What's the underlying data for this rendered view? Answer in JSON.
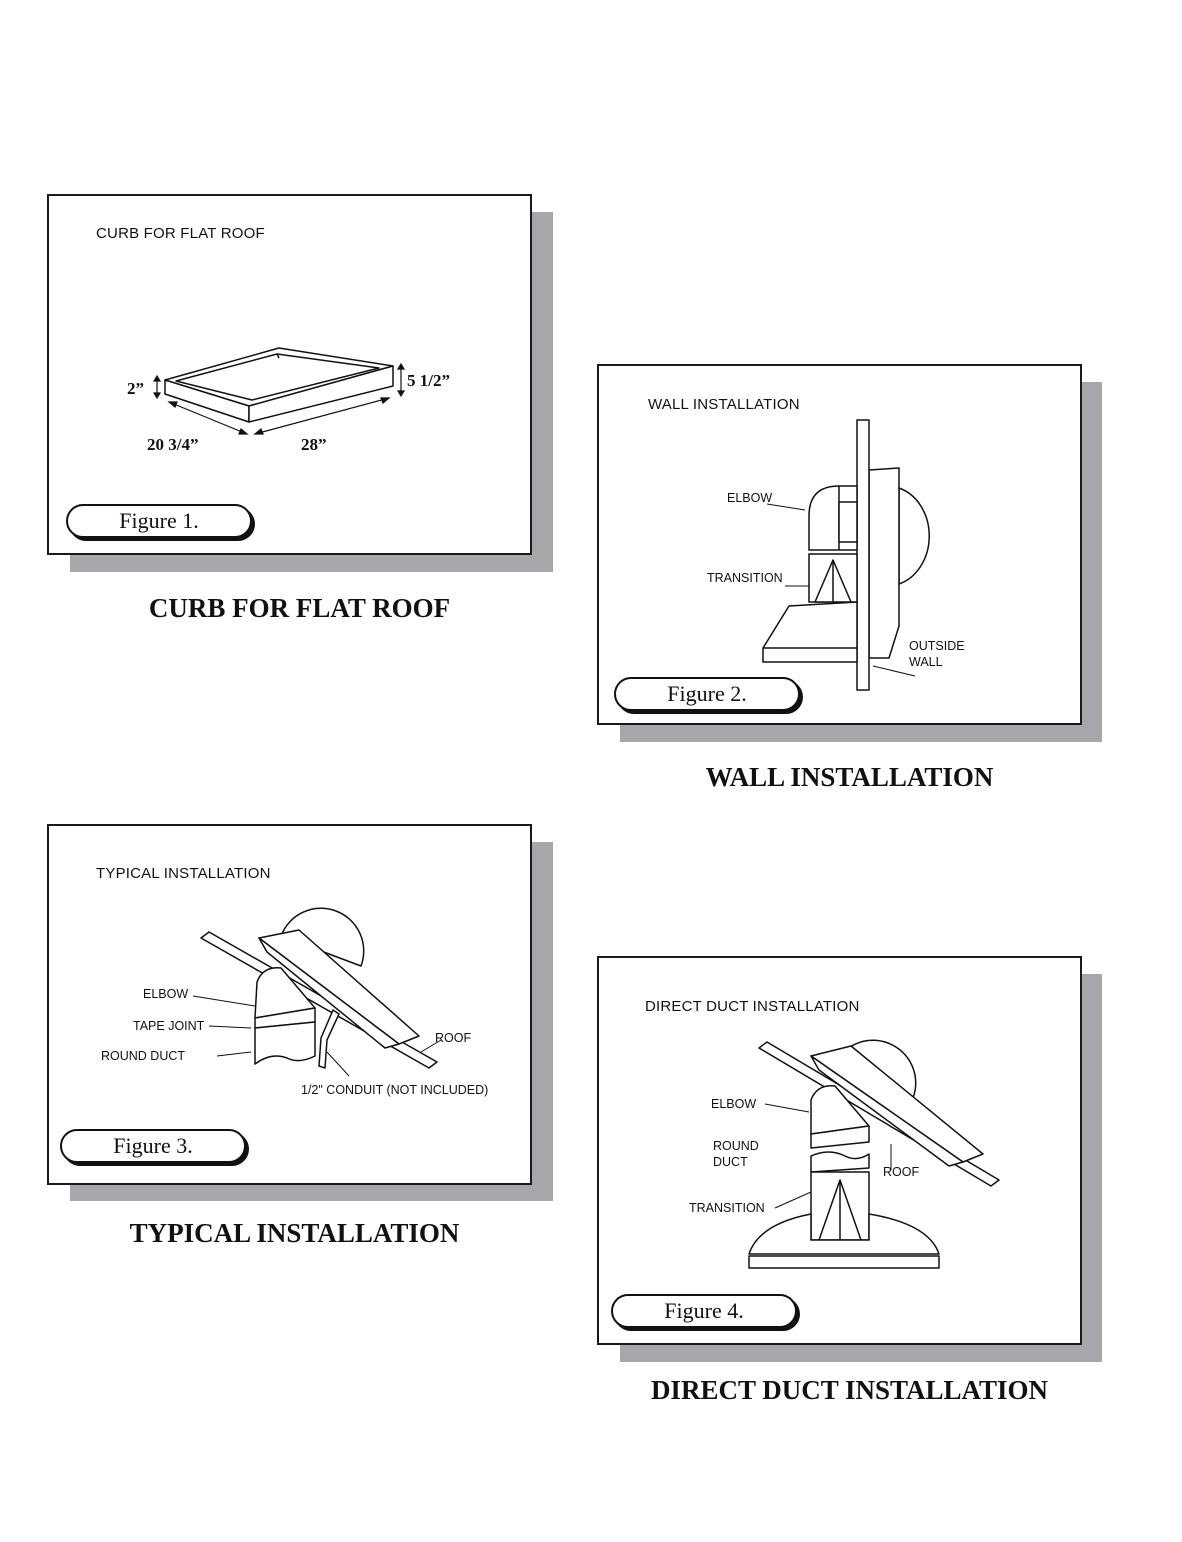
{
  "figure1": {
    "panel_title": "CURB FOR FLAT ROOF",
    "dim_height": "2”",
    "dim_side_height": "5 1/2”",
    "dim_width": "20 3/4”",
    "dim_length": "28”",
    "figure_label": "Figure 1.",
    "caption": "CURB FOR FLAT ROOF"
  },
  "figure2": {
    "panel_title": "WALL INSTALLATION",
    "label_elbow": "ELBOW",
    "label_transition": "TRANSITION",
    "label_outside": "OUTSIDE",
    "label_wall": "WALL",
    "figure_label": "Figure 2.",
    "caption": "WALL INSTALLATION"
  },
  "figure3": {
    "panel_title": "TYPICAL INSTALLATION",
    "label_elbow": "ELBOW",
    "label_tape_joint": "TAPE JOINT",
    "label_round_duct": "ROUND DUCT",
    "label_roof": "ROOF",
    "label_conduit": "1/2\" CONDUIT (NOT INCLUDED)",
    "figure_label": "Figure 3.",
    "caption": "TYPICAL INSTALLATION"
  },
  "figure4": {
    "panel_title": "DIRECT DUCT INSTALLATION",
    "label_elbow": "ELBOW",
    "label_round": "ROUND",
    "label_duct": "DUCT",
    "label_roof": "ROOF",
    "label_transition": "TRANSITION",
    "figure_label": "Figure 4.",
    "caption": "DIRECT DUCT INSTALLATION"
  }
}
